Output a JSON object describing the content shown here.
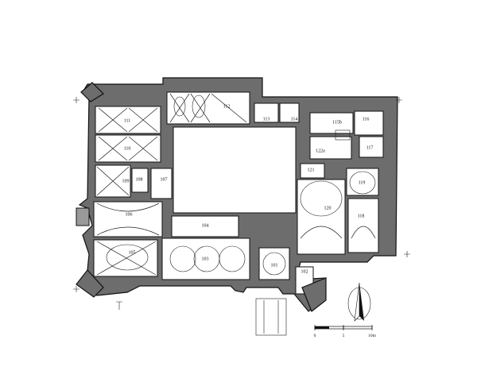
{
  "room_labels": [
    "112",
    "113",
    "114",
    "115b",
    "116",
    "117",
    "111",
    "110",
    "122a",
    "109",
    "108",
    "107",
    "121",
    "119",
    "120",
    "118",
    "106",
    "104",
    "103",
    "105",
    "101",
    "102"
  ],
  "scale_labels": [
    "0",
    "5",
    "10m"
  ]
}
